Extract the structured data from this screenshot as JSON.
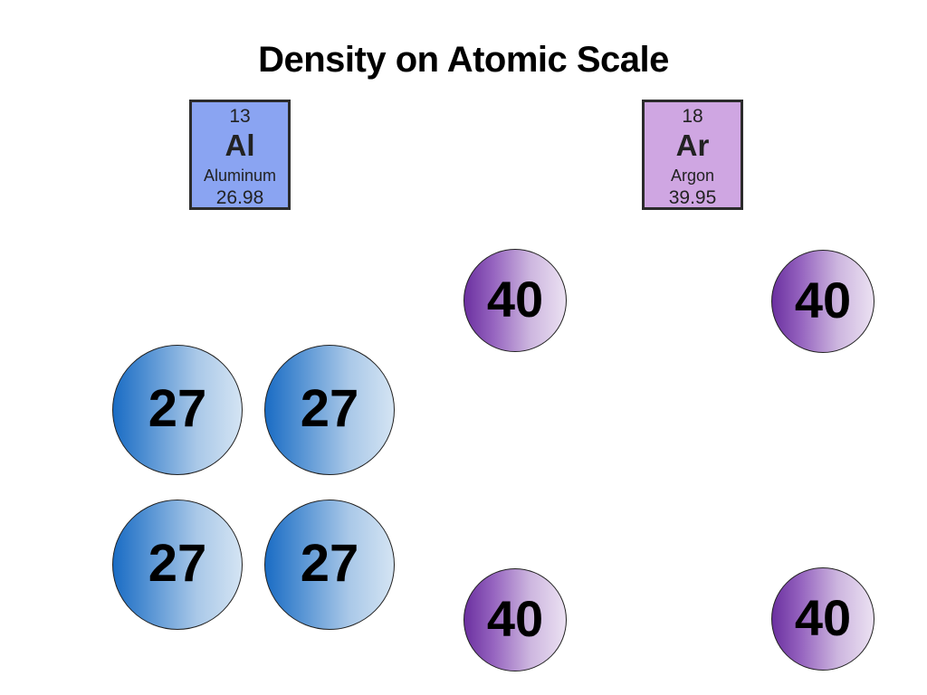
{
  "title": "Density on Atomic Scale",
  "tiles": {
    "aluminum": {
      "number": "13",
      "symbol": "Al",
      "name": "Aluminum",
      "mass": "26.98",
      "color": "#8aa4f2"
    },
    "argon": {
      "number": "18",
      "symbol": "Ar",
      "name": "Argon",
      "mass": "39.95",
      "color": "#cfa6e2"
    }
  },
  "aluminum_atoms": [
    "27",
    "27",
    "27",
    "27"
  ],
  "argon_atoms": [
    "40",
    "40",
    "40",
    "40"
  ],
  "colors": {
    "aluminum_atom": "#1a6cc4",
    "argon_atom": "#6b30a0"
  }
}
